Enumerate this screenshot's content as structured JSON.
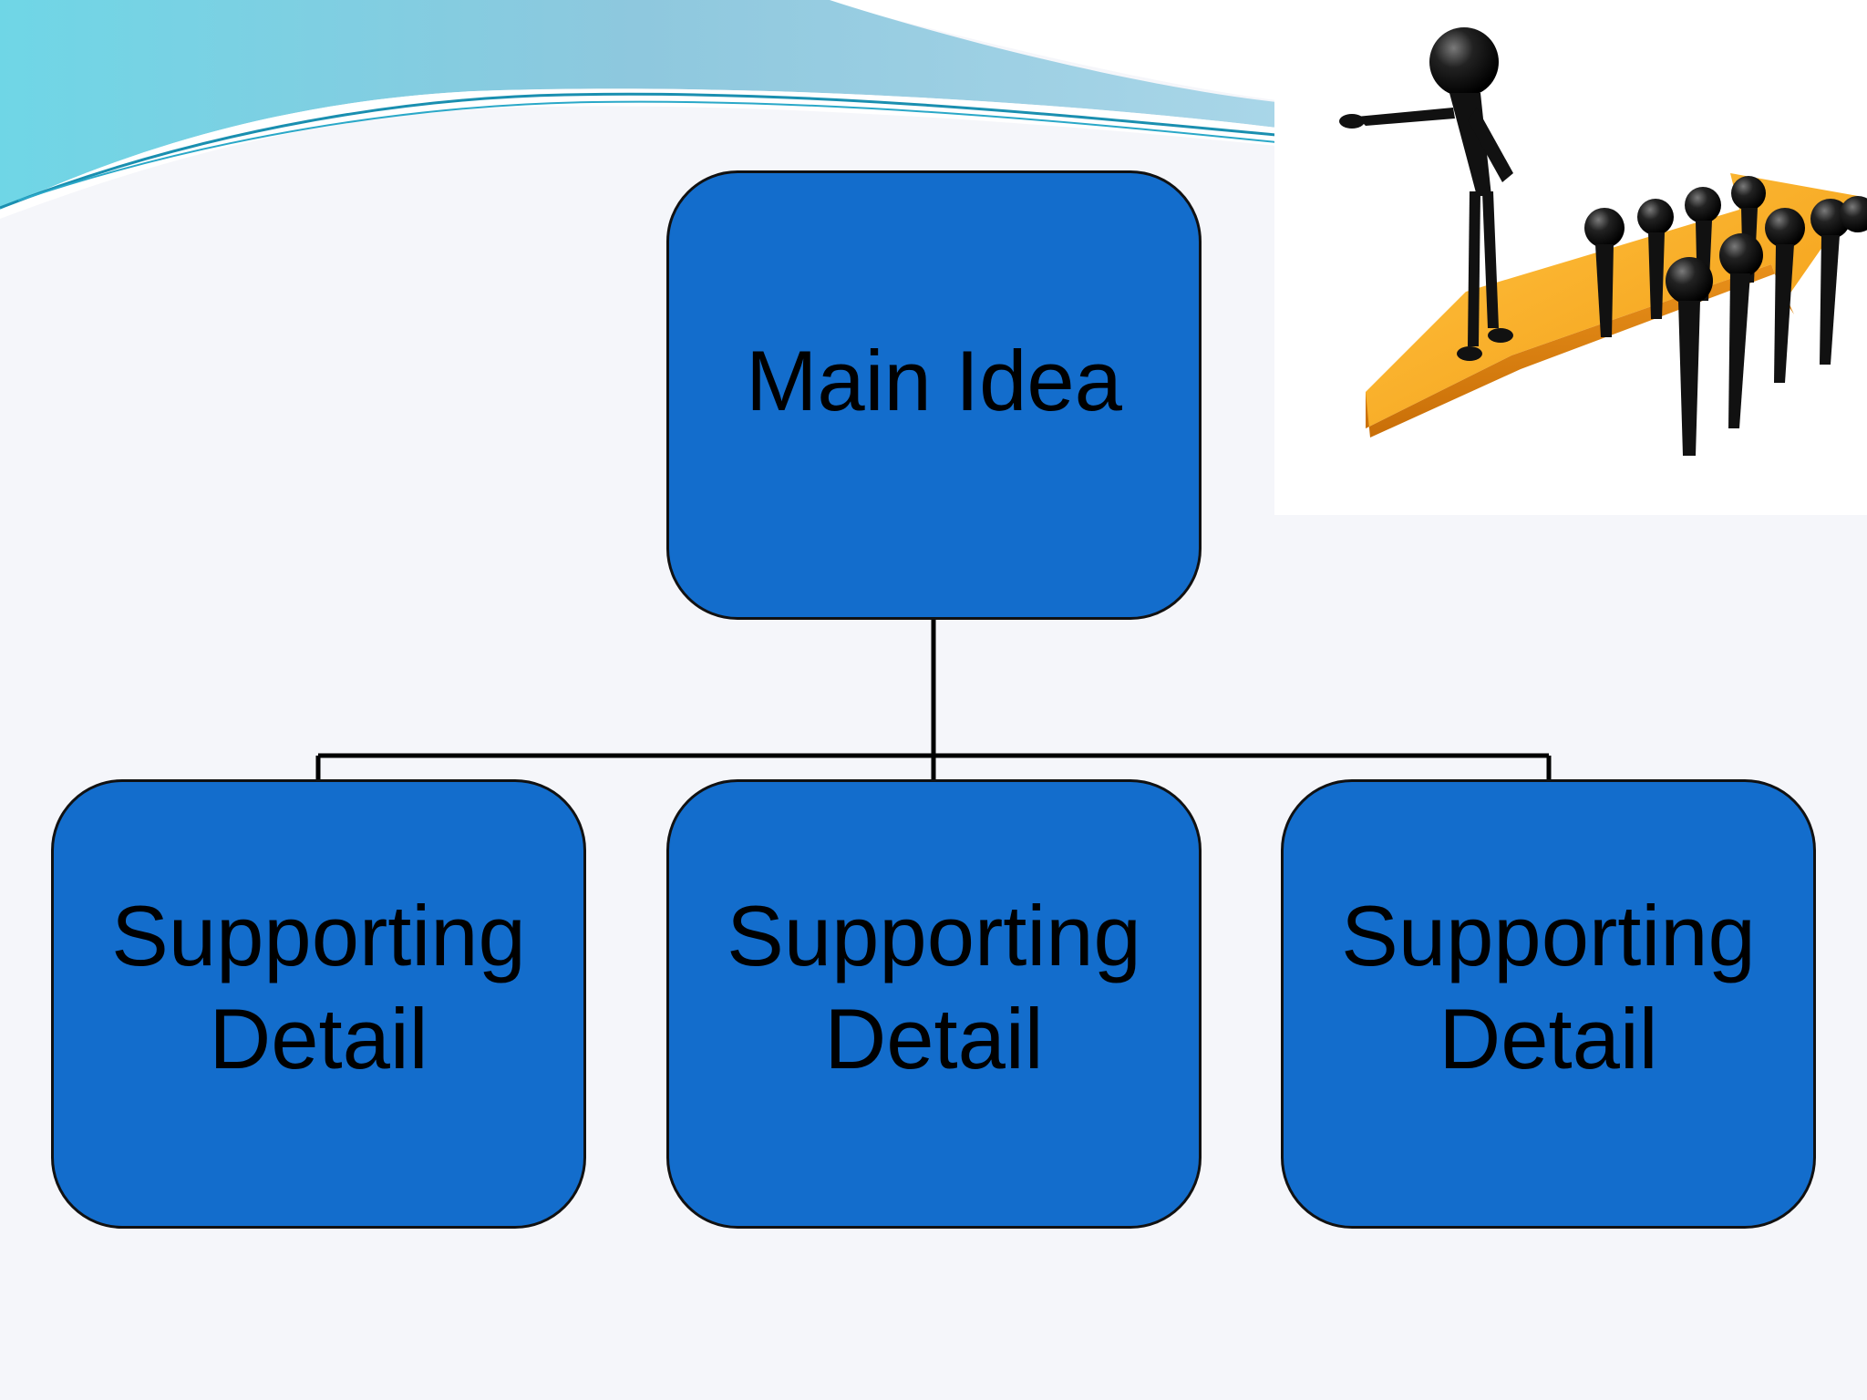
{
  "diagram": {
    "main_idea": {
      "label": "Main Idea"
    },
    "supporting_details": [
      {
        "label": "Supporting Detail"
      },
      {
        "label": "Supporting Detail"
      },
      {
        "label": "Supporting Detail"
      }
    ]
  },
  "colors": {
    "box_fill": "#136dcc",
    "box_border": "#111111",
    "connector": "#000000",
    "wave_light": "#8fd3e8",
    "wave_accent": "#2a9fc0",
    "arrow_orange": "#f5a623"
  },
  "decorations": {
    "header_wave": "wave-decoration",
    "clipart": "leader-figure-arrow-icon"
  }
}
